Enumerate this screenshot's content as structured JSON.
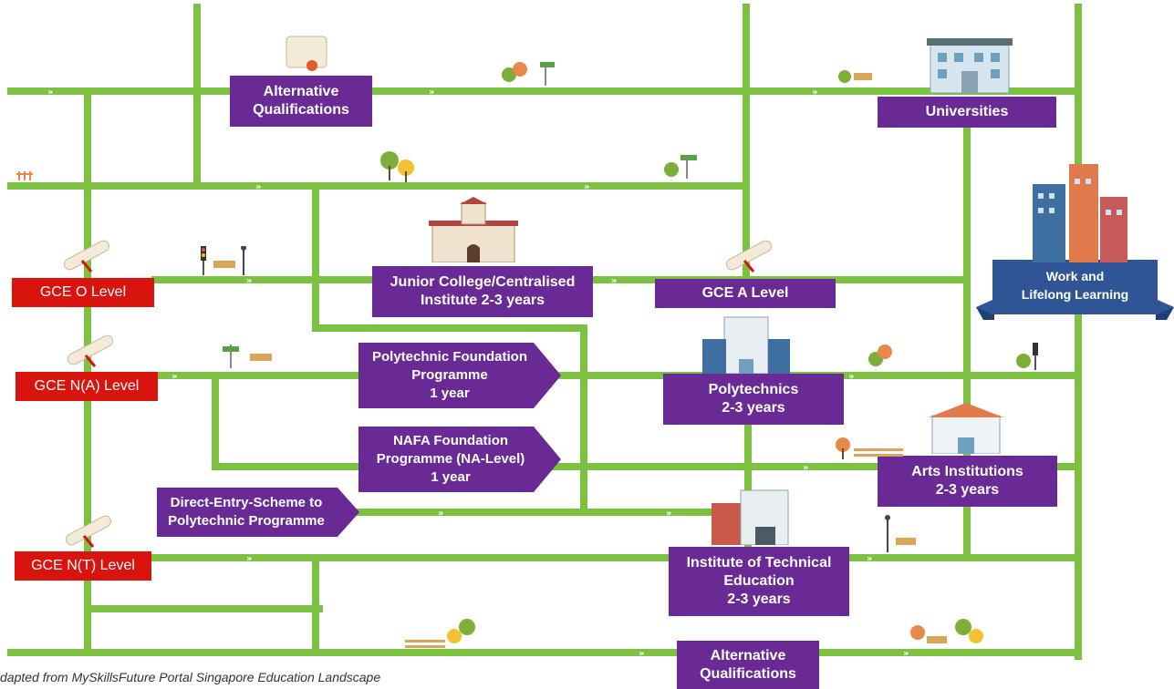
{
  "colors": {
    "road": "#7cc142",
    "purple": "#6a2a96",
    "red": "#d9140f",
    "blue_banner": "#2f5597"
  },
  "nodes": {
    "alt_qual_top": "Alternative Qualifications",
    "universities": "Universities",
    "junior_college": "Junior College/Centralised Institute 2-3 years",
    "gce_a": "GCE A Level",
    "work": "Work and Lifelong Learning",
    "gce_o": "GCE O Level",
    "gce_na": "GCE N(A) Level",
    "gce_nt": "GCE N(T) Level",
    "pfp": "Polytechnic Foundation Programme 1 year",
    "polytechnics": "Polytechnics 2-3 years",
    "nafa": "NAFA Foundation Programme (NA-Level) 1 year",
    "arts": "Arts Institutions 2-3 years",
    "dsp": "Direct-Entry-Scheme to Polytechnic Programme",
    "ite": "Institute of Technical Education 2-3 years",
    "alt_qual_bottom": "Alternative Qualifications"
  },
  "lines": {
    "alt_qual_top": [
      "Alternative",
      "Qualifications"
    ],
    "junior_college": [
      "Junior College/Centralised",
      "Institute 2-3 years"
    ],
    "work": [
      "Work and",
      "Lifelong Learning"
    ],
    "pfp": [
      "Polytechnic Foundation",
      "Programme",
      "1 year"
    ],
    "polytechnics": [
      "Polytechnics",
      "2-3 years"
    ],
    "nafa": [
      "NAFA Foundation",
      "Programme (NA-Level)",
      "1 year"
    ],
    "arts": [
      "Arts Institutions",
      "2-3 years"
    ],
    "dsp": [
      "Direct-Entry-Scheme to",
      "Polytechnic Programme"
    ],
    "ite": [
      "Institute of Technical",
      "Education",
      "2-3 years"
    ],
    "alt_qual_bottom": [
      "Alternative",
      "Qualifications"
    ]
  },
  "caption": "dapted from MySkillsFuture Portal Singapore Education Landscape"
}
